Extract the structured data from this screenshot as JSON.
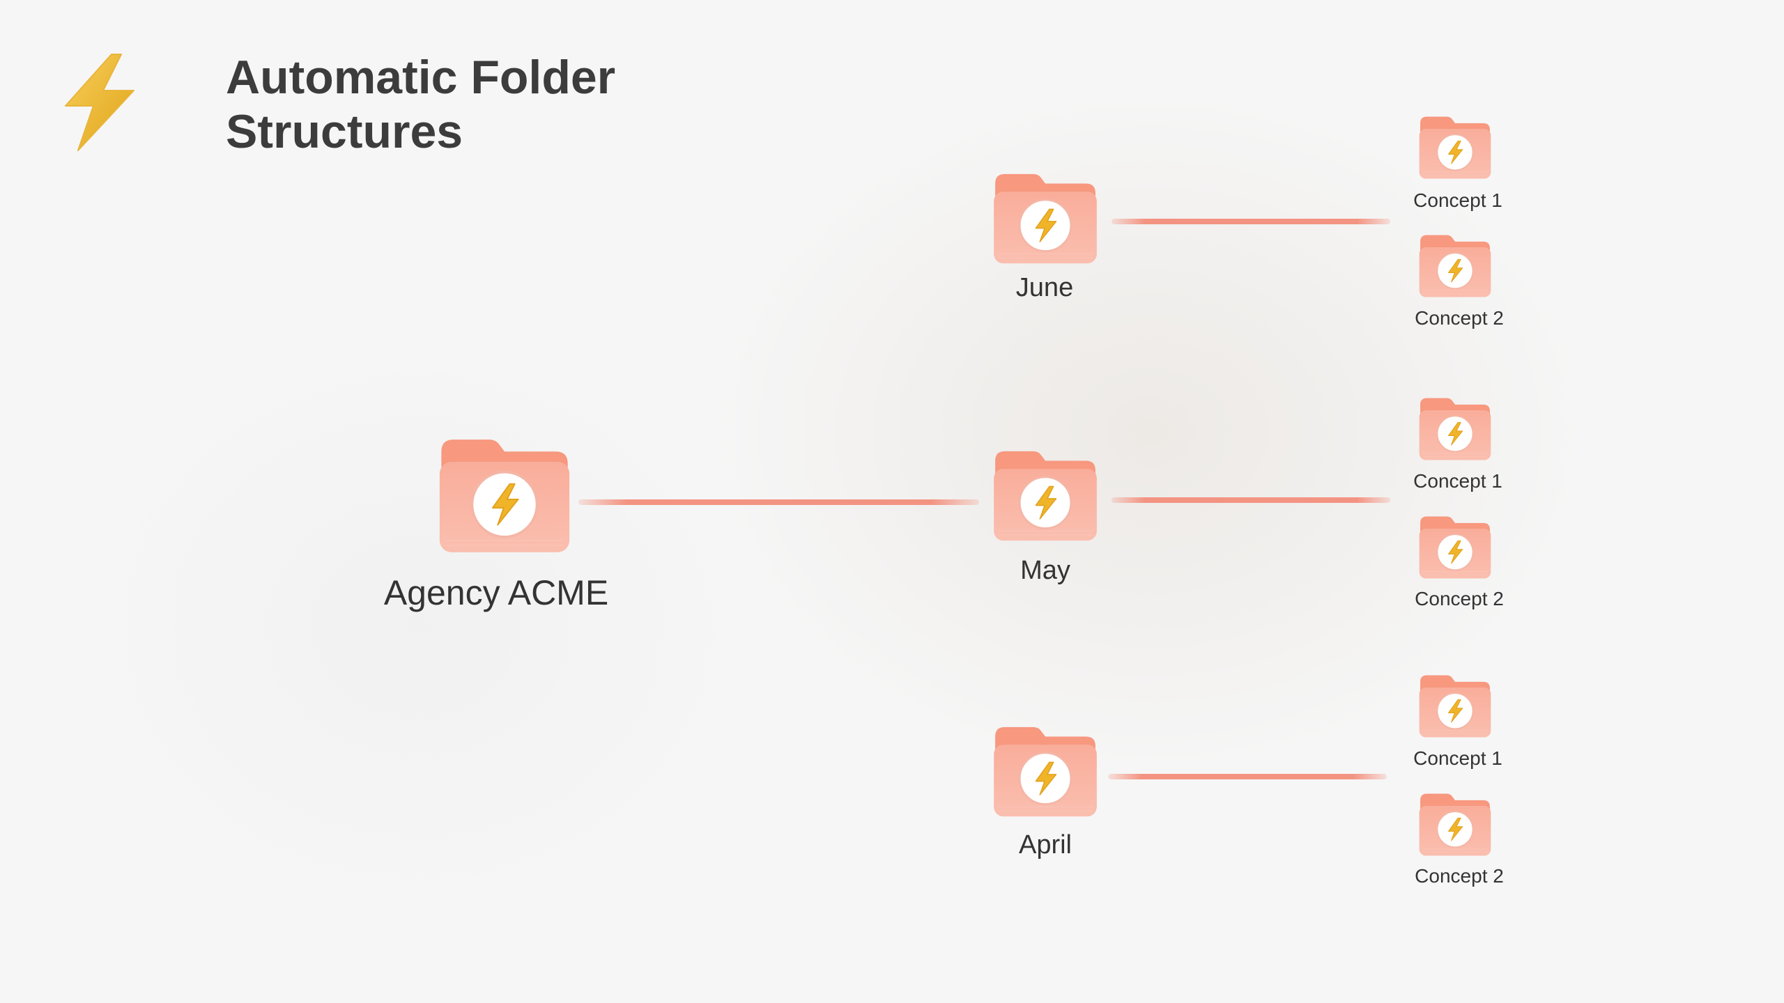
{
  "title": "Automatic Folder\nStructures",
  "colors": {
    "folder": "#f9a995",
    "folder_dark": "#f7987f",
    "bolt": "#f0b429",
    "connector": "#f39482",
    "text": "#333333"
  },
  "root": {
    "label": "Agency ACME"
  },
  "months": [
    {
      "label": "June",
      "concepts": [
        {
          "label": "Concept 1"
        },
        {
          "label": "Concept 2"
        }
      ]
    },
    {
      "label": "May",
      "concepts": [
        {
          "label": "Concept 1"
        },
        {
          "label": "Concept 2"
        }
      ]
    },
    {
      "label": "April",
      "concepts": [
        {
          "label": "Concept 1"
        },
        {
          "label": "Concept 2"
        }
      ]
    }
  ]
}
